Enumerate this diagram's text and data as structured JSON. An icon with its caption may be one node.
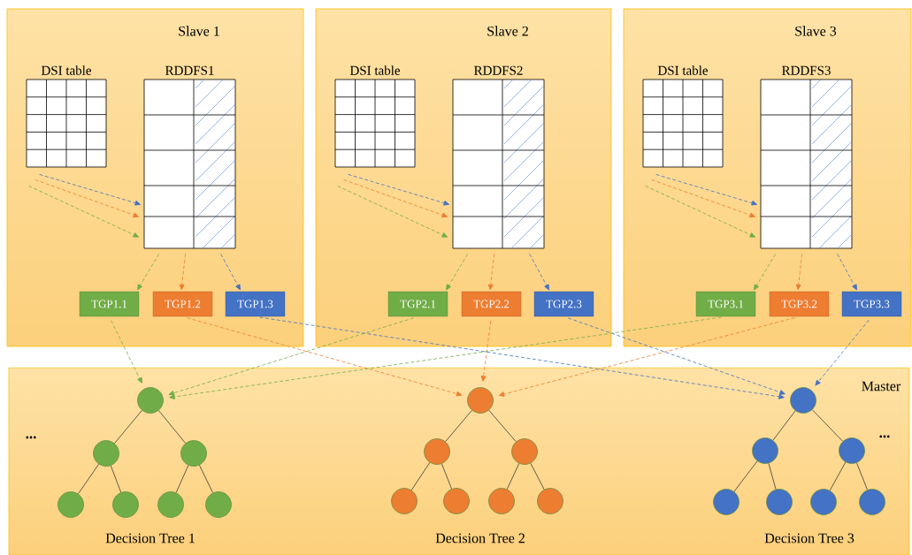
{
  "diagram": {
    "nodes": [
      {
        "text": [
          "Slave 1"
        ]
      },
      {
        "text": [
          "DSI table"
        ],
        "in": 0
      },
      {
        "text": [
          "RDDFS1"
        ],
        "in": 0
      },
      {
        "text": [
          "TGP1.1"
        ],
        "in": 0
      },
      {
        "text": [
          "TGP1.2"
        ],
        "in": 0
      },
      {
        "text": [
          "TGP1.3"
        ],
        "in": 0
      },
      {
        "text": [
          "Slave 2"
        ]
      },
      {
        "text": [
          "DSI table"
        ],
        "in": 6
      },
      {
        "text": [
          "RDDFS2"
        ],
        "in": 6
      },
      {
        "text": [
          "TGP2.1"
        ],
        "in": 6
      },
      {
        "text": [
          "TGP2.2"
        ],
        "in": 6
      },
      {
        "text": [
          "TGP2.3"
        ],
        "in": 6
      },
      {
        "text": [
          "Slave 3"
        ]
      },
      {
        "text": [
          "DSI table"
        ],
        "in": 12
      },
      {
        "text": [
          "RDDFS3"
        ],
        "in": 12
      },
      {
        "text": [
          "TGP3.1"
        ],
        "in": 12
      },
      {
        "text": [
          "TGP3.2"
        ],
        "in": 12
      },
      {
        "text": [
          "TGP3.3"
        ],
        "in": 12
      },
      {
        "text": [
          "Master"
        ]
      },
      {
        "text": [],
        "shape": "circle",
        "in": 18
      },
      {
        "text": [],
        "shape": "circle",
        "in": 18
      },
      {
        "text": [],
        "shape": "circle",
        "in": 18
      },
      {
        "text": [],
        "shape": "circle",
        "in": 18
      },
      {
        "text": [],
        "shape": "circle",
        "in": 18
      },
      {
        "text": [],
        "shape": "circle",
        "in": 18
      },
      {
        "text": [],
        "shape": "circle",
        "in": 18
      },
      {
        "text": [],
        "shape": "circle",
        "in": 18
      },
      {
        "text": [],
        "shape": "circle",
        "in": 18
      },
      {
        "text": [],
        "shape": "circle",
        "in": 18
      },
      {
        "text": [],
        "shape": "circle",
        "in": 18
      },
      {
        "text": [],
        "shape": "circle",
        "in": 18
      },
      {
        "text": [],
        "shape": "circle",
        "in": 18
      },
      {
        "text": [],
        "shape": "circle",
        "in": 18
      },
      {
        "text": [],
        "shape": "circle",
        "in": 18
      },
      {
        "text": [],
        "shape": "circle",
        "in": 18
      },
      {
        "text": [],
        "shape": "circle",
        "in": 18
      },
      {
        "text": [],
        "shape": "circle",
        "in": 18
      },
      {
        "text": [],
        "shape": "circle",
        "in": 18
      },
      {
        "text": [],
        "shape": "circle",
        "in": 18
      },
      {
        "text": [],
        "shape": "circle",
        "in": 18
      }
    ],
    "edges": [
      {
        "from": 1,
        "to": 2,
        "arrow": "to",
        "style": "dashed",
        "color": "#4472c4"
      },
      {
        "from": 1,
        "to": 2,
        "arrow": "to",
        "style": "dashed",
        "color": "#ed7d31"
      },
      {
        "from": 1,
        "to": 2,
        "arrow": "to",
        "style": "dashed",
        "color": "#70ad47"
      },
      {
        "from": 2,
        "to": 3,
        "arrow": "to",
        "style": "dashed",
        "color": "#70ad47"
      },
      {
        "from": 2,
        "to": 4,
        "arrow": "to",
        "style": "dashed",
        "color": "#ed7d31"
      },
      {
        "from": 2,
        "to": 5,
        "arrow": "to",
        "style": "dashed",
        "color": "#4472c4"
      },
      {
        "from": 7,
        "to": 8,
        "arrow": "to",
        "style": "dashed",
        "color": "#4472c4"
      },
      {
        "from": 7,
        "to": 8,
        "arrow": "to",
        "style": "dashed",
        "color": "#ed7d31"
      },
      {
        "from": 7,
        "to": 8,
        "arrow": "to",
        "style": "dashed",
        "color": "#70ad47"
      },
      {
        "from": 8,
        "to": 9,
        "arrow": "to",
        "style": "dashed",
        "color": "#70ad47"
      },
      {
        "from": 8,
        "to": 10,
        "arrow": "to",
        "style": "dashed",
        "color": "#ed7d31"
      },
      {
        "from": 8,
        "to": 11,
        "arrow": "to",
        "style": "dashed",
        "color": "#4472c4"
      },
      {
        "from": 13,
        "to": 14,
        "arrow": "to",
        "style": "dashed",
        "color": "#4472c4"
      },
      {
        "from": 13,
        "to": 14,
        "arrow": "to",
        "style": "dashed",
        "color": "#ed7d31"
      },
      {
        "from": 13,
        "to": 14,
        "arrow": "to",
        "style": "dashed",
        "color": "#70ad47"
      },
      {
        "from": 14,
        "to": 15,
        "arrow": "to",
        "style": "dashed",
        "color": "#70ad47"
      },
      {
        "from": 14,
        "to": 16,
        "arrow": "to",
        "style": "dashed",
        "color": "#ed7d31"
      },
      {
        "from": 14,
        "to": 17,
        "arrow": "to",
        "style": "dashed",
        "color": "#4472c4"
      },
      {
        "from": 3,
        "to": 19,
        "arrow": "to",
        "style": "dashed",
        "color": "#70ad47"
      },
      {
        "from": 4,
        "to": 26,
        "arrow": "to",
        "style": "dashed",
        "color": "#ed7d31"
      },
      {
        "from": 5,
        "to": 33,
        "arrow": "to",
        "style": "dashed",
        "color": "#4472c4"
      },
      {
        "from": 9,
        "to": 19,
        "arrow": "to",
        "style": "dashed",
        "color": "#70ad47"
      },
      {
        "from": 10,
        "to": 26,
        "arrow": "to",
        "style": "dashed",
        "color": "#ed7d31"
      },
      {
        "from": 11,
        "to": 33,
        "arrow": "to",
        "style": "dashed",
        "color": "#4472c4"
      },
      {
        "from": 15,
        "to": 19,
        "arrow": "to",
        "style": "dashed",
        "color": "#70ad47"
      },
      {
        "from": 16,
        "to": 26,
        "arrow": "to",
        "style": "dashed",
        "color": "#ed7d31"
      },
      {
        "from": 17,
        "to": 33,
        "arrow": "to",
        "style": "dashed",
        "color": "#4472c4"
      },
      {
        "from": 19,
        "to": 20,
        "arrow": "none"
      },
      {
        "from": 19,
        "to": 21,
        "arrow": "none"
      },
      {
        "from": 20,
        "to": 22,
        "arrow": "none"
      },
      {
        "from": 20,
        "to": 23,
        "arrow": "none"
      },
      {
        "from": 21,
        "to": 24,
        "arrow": "none"
      },
      {
        "from": 21,
        "to": 25,
        "arrow": "none"
      },
      {
        "from": 26,
        "to": 27,
        "arrow": "none"
      },
      {
        "from": 26,
        "to": 28,
        "arrow": "none"
      },
      {
        "from": 27,
        "to": 29,
        "arrow": "none"
      },
      {
        "from": 27,
        "to": 30,
        "arrow": "none"
      },
      {
        "from": 28,
        "to": 31,
        "arrow": "none"
      },
      {
        "from": 28,
        "to": 32,
        "arrow": "none"
      },
      {
        "from": 33,
        "to": 34,
        "arrow": "none"
      },
      {
        "from": 33,
        "to": 35,
        "arrow": "none"
      },
      {
        "from": 34,
        "to": 36,
        "arrow": "none"
      },
      {
        "from": 34,
        "to": 37,
        "arrow": "none"
      },
      {
        "from": 35,
        "to": 38,
        "arrow": "none"
      },
      {
        "from": 35,
        "to": 39,
        "arrow": "none"
      }
    ],
    "labels": [
      "...",
      "...",
      "Decision Tree 1",
      "Decision Tree 2",
      "Decision Tree 3"
    ]
  }
}
